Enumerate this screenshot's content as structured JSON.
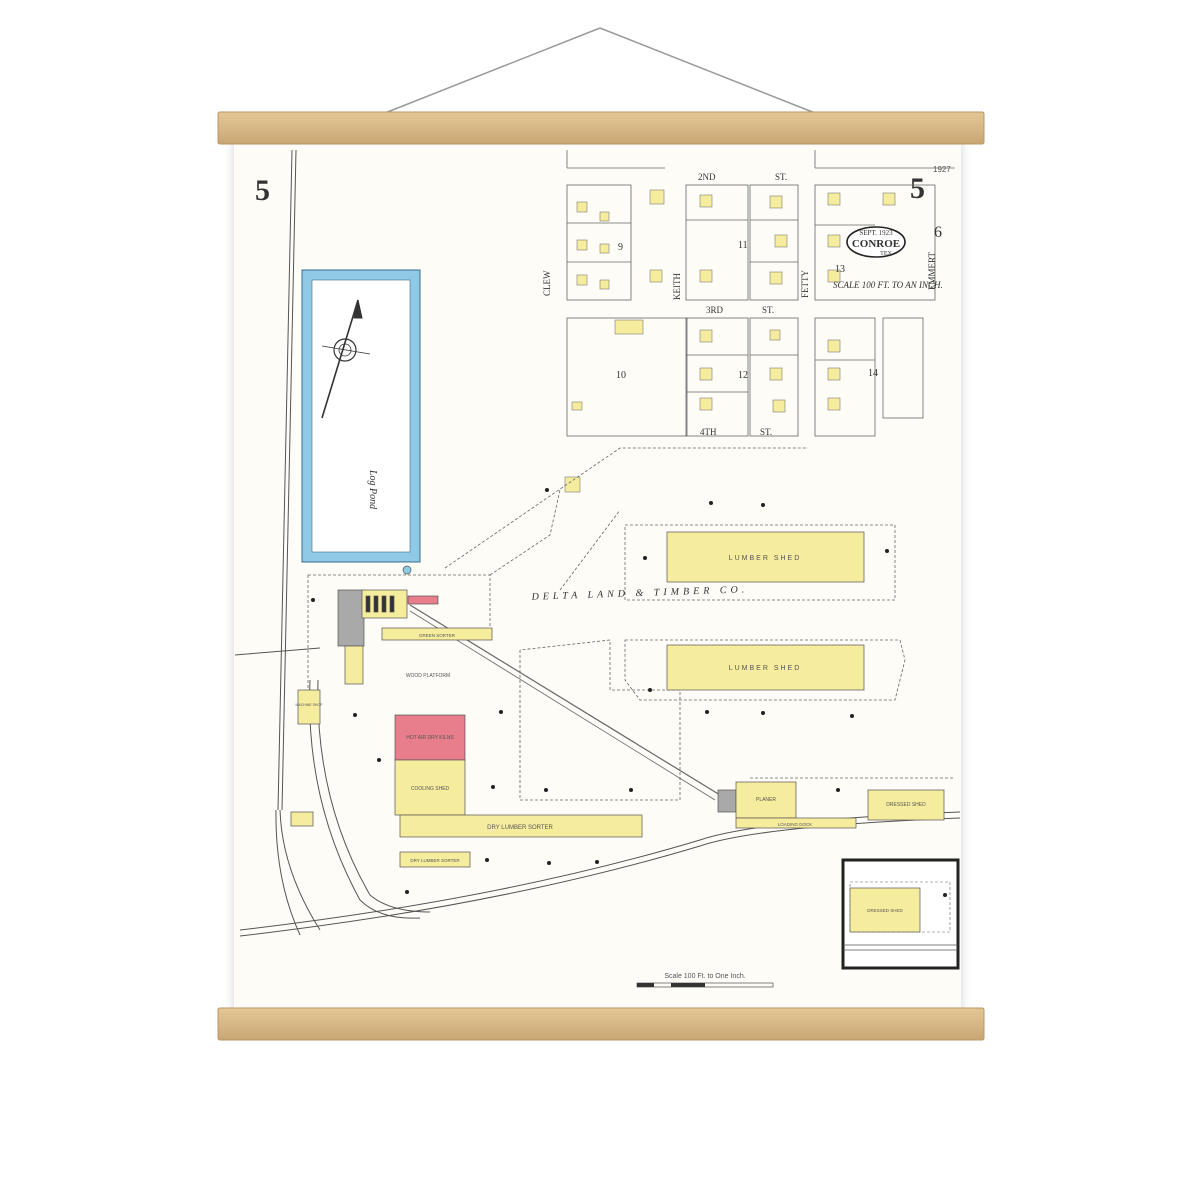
{
  "sheet": {
    "page_number": "5",
    "index_number": "1927"
  },
  "title_block": {
    "date": "SEPT. 1923",
    "city": "CONROE",
    "state": "TEX",
    "scale_text": "SCALE 100 FT. TO AN INCH.",
    "adjoining_sheet": "6"
  },
  "streets": {
    "second": "2ND",
    "third": "3RD",
    "fourth": "4TH",
    "st": "ST.",
    "clew": "CLEW",
    "keith": "KEITH",
    "fetty": "FETTY",
    "emmert": "EMMERT"
  },
  "blocks": {
    "b9": "9",
    "b10": "10",
    "b11": "11",
    "b12": "12",
    "b13": "13",
    "b14": "14"
  },
  "features": {
    "log_pond": "Log Pond",
    "company": "DELTA LAND & TIMBER CO.",
    "lumber_shed": "LUMBER SHED",
    "dry_kilns": "HOT AIR DRY KILNS",
    "cooling_shed": "COOLING SHED",
    "dry_lumber_sorter": "DRY LUMBER SORTER",
    "planer": "PLANER",
    "dressed_shed": "DRESSED SHED",
    "dressed_shed_inset": "DRESSED SHED",
    "wood_platform": "WOOD PLATFORM",
    "green_sorter": "GREEN SORTER",
    "loading_dock": "LOADING DOCK",
    "machine_shop": "MACHINE SHOP"
  },
  "footer": {
    "scale": "Scale 100 Ft. to One Inch."
  },
  "colors": {
    "wood_frame": "#f6ec9e",
    "brick": "#e87d8c",
    "water": "#8ec9e6",
    "iron": "#a9a9a9",
    "hanger_wood": "#d9b985",
    "paper": "#fdfcf6"
  }
}
